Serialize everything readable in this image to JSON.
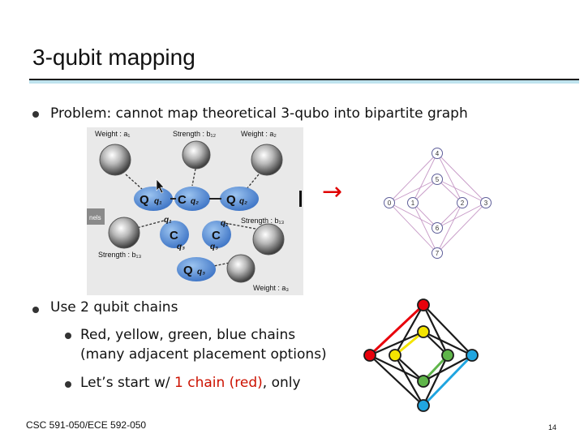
{
  "slide": {
    "title": "3-qubit mapping",
    "bullets": [
      {
        "text": "Problem: cannot map theoretical 3-qubo into bipartite graph"
      },
      {
        "text": "Use 2 qubit chains"
      }
    ],
    "sub_bullets": [
      {
        "line1": "Red, yellow, green, blue chains",
        "line2": "(many adjacent placement options)"
      },
      {
        "prefix": "Let’s start w/ ",
        "highlight": "1 chain (red)",
        "suffix": ", only"
      }
    ],
    "arrow_glyph": "→",
    "footer": "CSC 591-050/ECE 592-050",
    "page_number": "14"
  },
  "qubo_figure": {
    "weight_a1": "Weight : a₁",
    "weight_a2": "Weight : a₂",
    "weight_a3": "Weight : a₃",
    "strength_b12": "Strength : b₁₂",
    "strength_b13_right": "Strength : b₁₃",
    "strength_b13_left": "Strength : b₁₃",
    "side_tab": "nels",
    "node_q": "Q",
    "node_c": "C",
    "q1": "q₁",
    "q2": "q₂",
    "q3": "q₃"
  },
  "bipartite_graph": {
    "nodes": [
      {
        "label": "4"
      },
      {
        "label": "5"
      },
      {
        "label": "0"
      },
      {
        "label": "1"
      },
      {
        "label": "2"
      },
      {
        "label": "3"
      },
      {
        "label": "6"
      },
      {
        "label": "7"
      }
    ]
  },
  "chain_graph": {
    "colors": {
      "red": "#e8000b",
      "yellow": "#f4e400",
      "green": "#5fb54a",
      "blue": "#1fa5e0",
      "outline": "#1a1a1a"
    }
  }
}
